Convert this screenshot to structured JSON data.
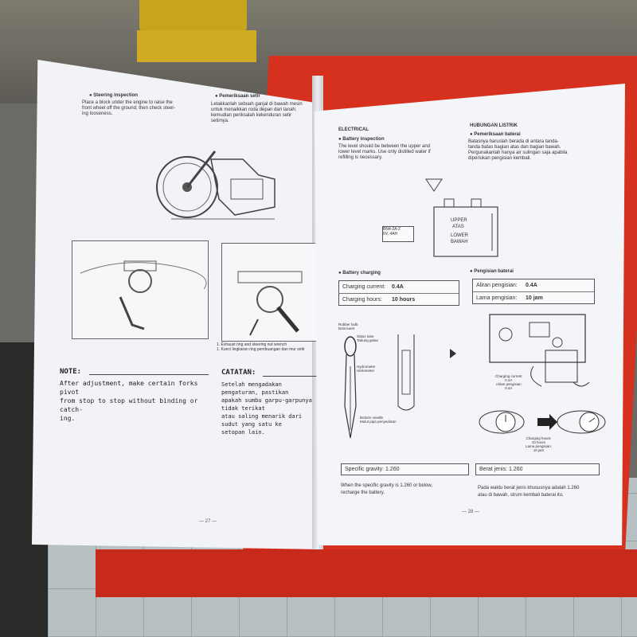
{
  "left_page": {
    "steering_heading": "● Steering inspection",
    "steering_text": "Place a block under the engine to raise the\nfront wheel off the ground; then check steer-\ning looseness.",
    "pemeriksaan_heading": "● Pemeriksaan setir",
    "pemeriksaan_text": "Letakkanlah sebuah ganjal di bawah mesin\nuntuk menaikkan roda depan dari tanah;\nkemudian periksalah kekenduran setir\nsetirnya.",
    "caption": "1. Exhaust ring and steering nut wrench\n1. Kunci lingkaran ring pembuangan dan mur setir",
    "note_title": "NOTE:",
    "note_text": "After adjustment, make certain forks pivot\nfrom stop to stop without binding or catch-\ning.",
    "catatan_title": "CATATAN:",
    "catatan_text": "Setelah mengadakan pengaturan, pastikan\napakah sumbu garpu-garpunya tidak terikat\natau saling menarik dari sudut yang satu ke\nsetopan lain.",
    "page_number": "— 27 —"
  },
  "right_page": {
    "electrical": "ELECTRICAL",
    "hubungan": "HUBUNGAN LISTRIK",
    "battery_inspection_heading": "● Battery inspection",
    "battery_inspection_text": "The level should be between the upper and\nlower level marks. Use only distilled water if\nrefilling is necessary.",
    "pemeriksaan_baterai_heading": "● Pemeriksaan baterai",
    "pemeriksaan_baterai_text": "Batasnya haruslah berada di antara tanda-\ntanda batas bagian atas dan bagian bawah.\nPergunakanlah hanya air sulingan saja apabila\ndiperlukan pengisian kembali.",
    "battery_label_1": "BN4-2A-2",
    "battery_label_2": "6V, 4AH",
    "upper": "UPPER",
    "atas": "ATAS",
    "lower": "LOWER",
    "bawah": "BAWAH",
    "battery_charging_heading": "● Battery charging",
    "pengisian_heading": "● Pengisian baterai",
    "charging_current_label": "Charging current:",
    "charging_current_value": "0.4A",
    "charging_hours_label": "Charging hours:",
    "charging_hours_value": "10 hours",
    "aliran_label": "Aliran pengisian:",
    "aliran_value": "0.4A",
    "lama_label": "Lama pengisian:",
    "lama_value": "10 jam",
    "rubber_bulb": "Rubber bulb\nBola karet",
    "glass_tube": "Glass tube\nTabung gelas",
    "hydrometer": "Hydrometer\nHidrometer",
    "bottom_needle": "Bottom needle\nMulut pipa penyedotan",
    "charging_current_small": "Charging current\n0.4A\nAliran pengisian\n0.4A",
    "charging_hours_small": "Charging hours:\n10 hours\nLama pengisian:\n10 jam",
    "specific_gravity": "Specific gravity:  1.260",
    "berat_jenis": "Berat jenis:  1.260",
    "specific_text": "When the specific gravity is 1.260 or below,\nrecharge the battery.",
    "berat_text": "Pada waktu berat jenis khususnya adalah 1.260\natau di bawah, strum kembali baterai itu.",
    "page_number": "— 28 —"
  },
  "colors": {
    "table_red": "#d6301e",
    "paper": "#f2f3f7"
  }
}
